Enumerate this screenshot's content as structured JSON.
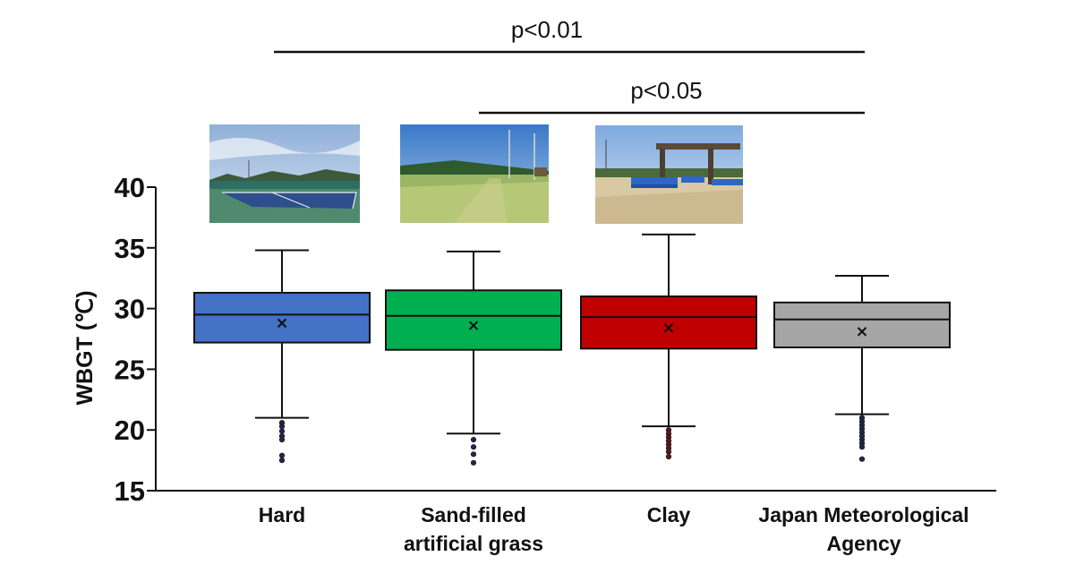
{
  "chart_data": {
    "type": "box",
    "ylabel": "WBGT (℃)",
    "ylim": [
      15,
      40
    ],
    "yticks": [
      15,
      20,
      25,
      30,
      35,
      40
    ],
    "categories": [
      {
        "label_lines": [
          "Hard"
        ],
        "color": "#4472C4",
        "photo": "hard-court-photo",
        "whisker_low": 21.0,
        "q1": 27.2,
        "median": 29.5,
        "q3": 31.3,
        "whisker_high": 34.8,
        "mean": 28.8,
        "outliers": [
          20.6,
          20.3,
          19.9,
          19.5,
          19.2,
          17.9,
          17.5
        ],
        "outlier_color": "#22264a"
      },
      {
        "label_lines": [
          "Sand-filled",
          "artificial grass"
        ],
        "color": "#00B050",
        "photo": "grass-court-photo",
        "whisker_low": 19.7,
        "q1": 26.6,
        "median": 29.4,
        "q3": 31.5,
        "whisker_high": 34.7,
        "mean": 28.6,
        "outliers": [
          19.2,
          18.6,
          18.0,
          17.3
        ],
        "outlier_color": "#22264a"
      },
      {
        "label_lines": [
          "Clay"
        ],
        "color": "#C00000",
        "photo": "clay-court-photo",
        "whisker_low": 20.3,
        "q1": 26.7,
        "median": 29.3,
        "q3": 31.0,
        "whisker_high": 36.1,
        "mean": 28.4,
        "outliers": [
          20.0,
          19.7,
          19.4,
          19.1,
          18.8,
          18.5,
          18.2,
          17.8
        ],
        "outlier_color": "#5a1a1a"
      },
      {
        "label_lines": [
          "Japan Meteorological",
          "Agency"
        ],
        "color": "#A6A6A6",
        "photo": null,
        "whisker_low": 21.3,
        "q1": 26.8,
        "median": 29.1,
        "q3": 30.5,
        "whisker_high": 32.7,
        "mean": 28.1,
        "outliers": [
          21.0,
          20.7,
          20.4,
          20.1,
          19.8,
          19.5,
          19.2,
          18.9,
          18.6,
          17.6
        ],
        "outlier_color": "#22264a"
      }
    ],
    "significance": [
      {
        "label": "p<0.01",
        "from": 0,
        "to": 3
      },
      {
        "label": "p<0.05",
        "from": 1,
        "to": 3
      }
    ]
  }
}
